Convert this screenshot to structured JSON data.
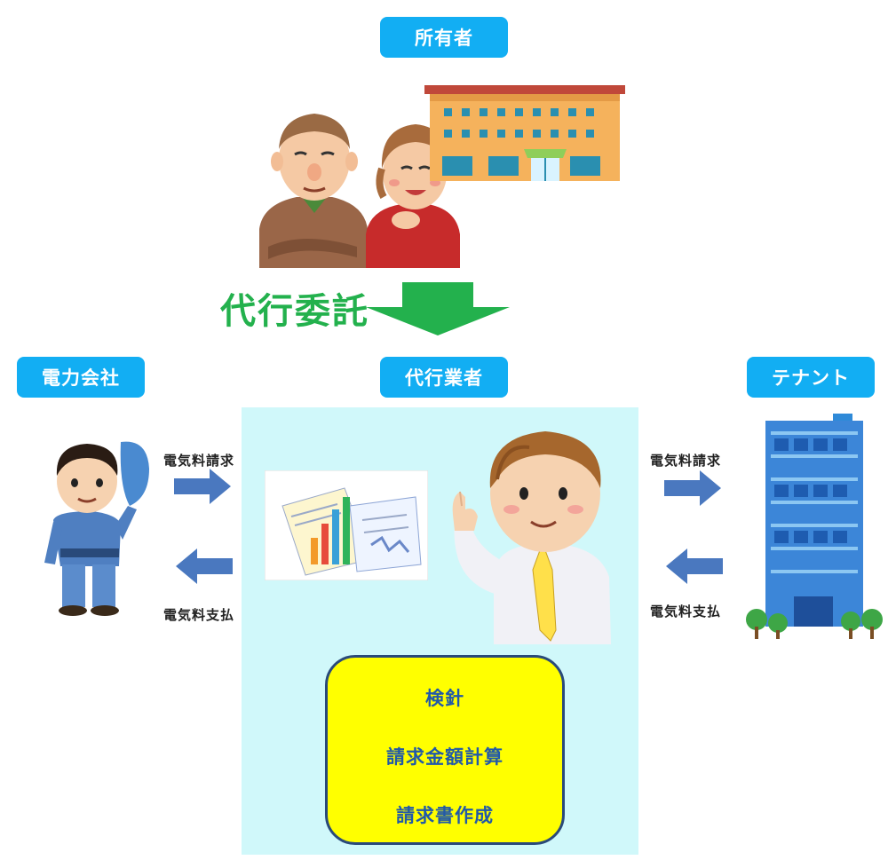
{
  "owner": {
    "label": "所有者"
  },
  "commission": {
    "label": "代行委託"
  },
  "power_company": {
    "label": "電力会社"
  },
  "agent": {
    "label": "代行業者",
    "tasks": [
      "検針",
      "請求金額計算",
      "請求書作成"
    ]
  },
  "tenant": {
    "label": "テナント"
  },
  "flows": {
    "left_billing": "電気料請求",
    "left_payment": "電気料支払",
    "right_billing": "電気料請求",
    "right_payment": "電気料支払"
  },
  "colors": {
    "label_bg": "#12aef3",
    "commission_green": "#23b14d",
    "agent_area_bg": "#d0f8fa",
    "task_box_fill": "#ffff00",
    "task_box_border": "#2a4a7a",
    "task_text": "#2159a8",
    "flow_arrow": "#4a78bf"
  },
  "icons": [
    "elderly-owners-illustration",
    "owner-building-icon",
    "down-arrow-icon",
    "electric-worker-illustration",
    "documents-charts-illustration",
    "businessman-illustration",
    "tenant-office-building-icon",
    "right-arrow-icon",
    "left-arrow-icon"
  ]
}
